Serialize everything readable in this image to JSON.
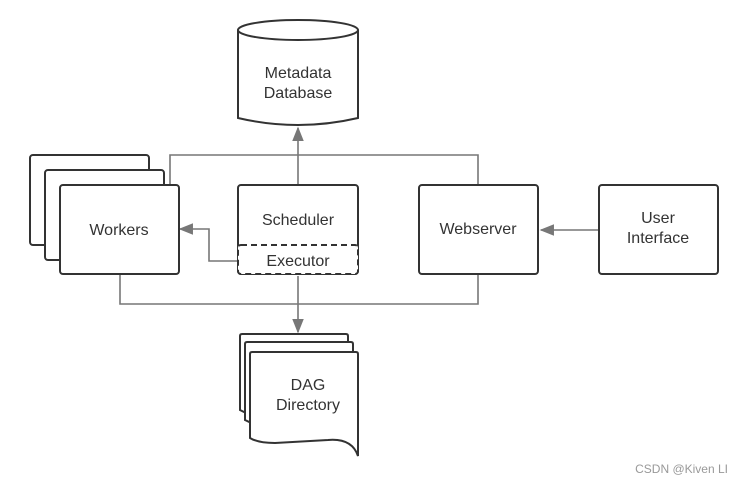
{
  "nodes": {
    "metadata_db": {
      "line1": "Metadata",
      "line2": "Database"
    },
    "workers": {
      "label": "Workers"
    },
    "scheduler": {
      "label": "Scheduler"
    },
    "executor": {
      "label": "Executor"
    },
    "webserver": {
      "label": "Webserver"
    },
    "user_interface": {
      "line1": "User",
      "line2": "Interface"
    },
    "dag_directory": {
      "line1": "DAG",
      "line2": "Directory"
    }
  },
  "watermark": "CSDN @Kiven LI",
  "colors": {
    "stroke": "#333333",
    "line": "#777777",
    "fill": "#ffffff",
    "text": "#333333",
    "watermark": "#999999"
  }
}
